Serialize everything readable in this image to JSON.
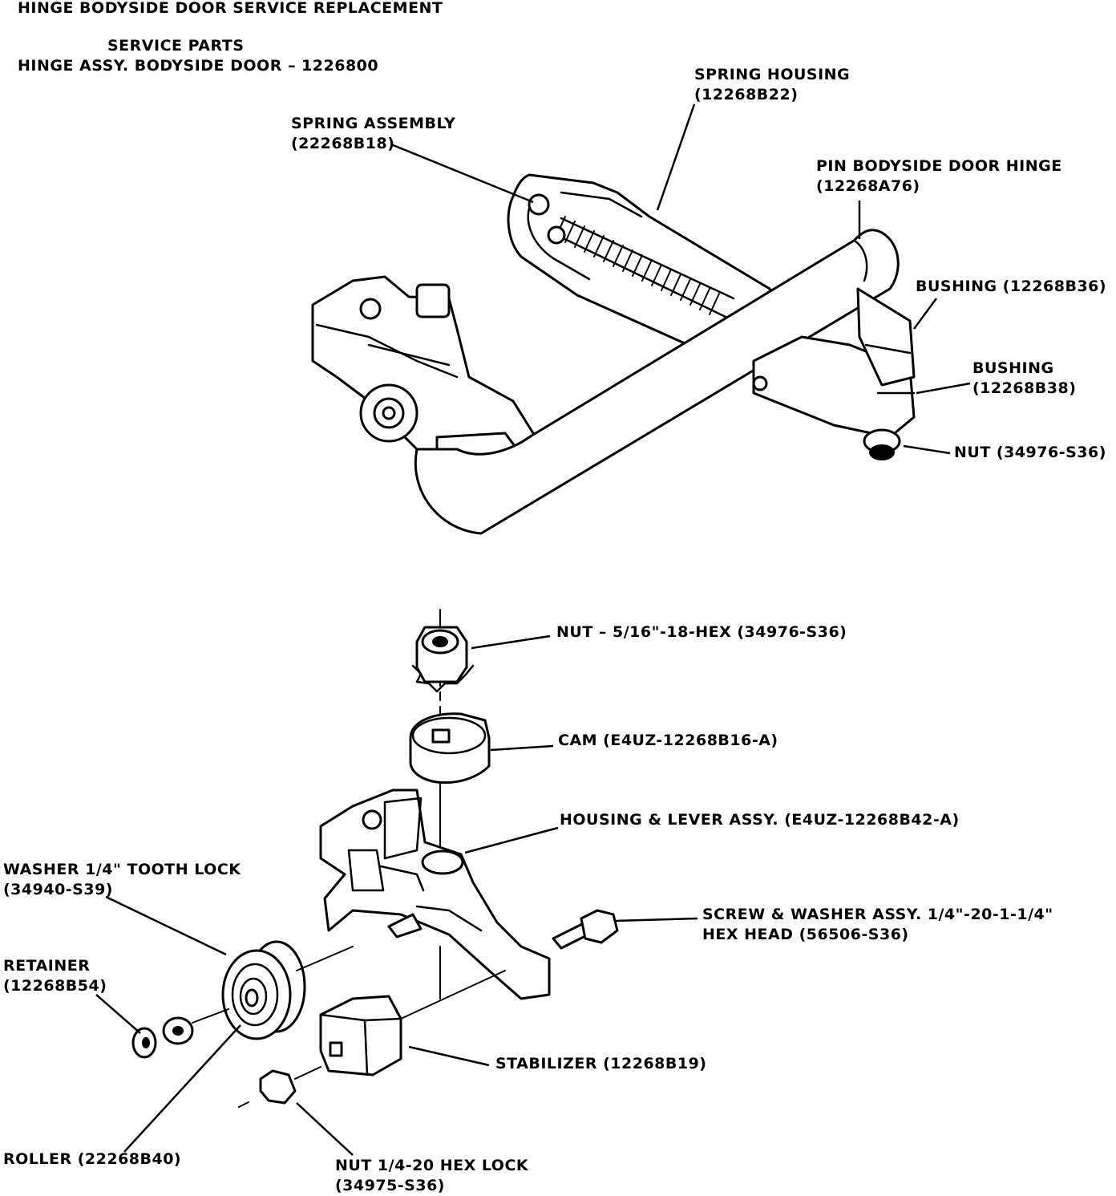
{
  "header": {
    "title": "HINGE BODYSIDE DOOR SERVICE REPLACEMENT",
    "subtitle_line1": "SERVICE PARTS",
    "subtitle_line2": "HINGE ASSY. BODYSIDE DOOR – 1226800"
  },
  "top_assembly": {
    "spring_housing": [
      "SPRING HOUSING",
      "(12268B22)"
    ],
    "spring_assembly": [
      "SPRING ASSEMBLY",
      "(22268B18)"
    ],
    "pin": [
      "PIN BODYSIDE DOOR HINGE",
      "(12268A76)"
    ],
    "bushing_1": "BUSHING (12268B36)",
    "bushing_2": [
      "BUSHING",
      "(12268B38)"
    ],
    "nut": "NUT (34976-S36)"
  },
  "bottom_assembly": {
    "nut_hex": "NUT – 5/16\"-18-HEX (34976-S36)",
    "cam": "CAM (E4UZ-12268B16-A)",
    "housing_lever": "HOUSING & LEVER ASSY. (E4UZ-12268B42-A)",
    "washer": [
      "WASHER 1/4\" TOOTH LOCK",
      "(34940-S39)"
    ],
    "screw_washer": [
      "SCREW & WASHER ASSY. 1/4\"-20-1-1/4\"",
      "HEX HEAD (56506-S36)"
    ],
    "retainer": [
      "RETAINER",
      "(12268B54)"
    ],
    "stabilizer": "STABILIZER (12268B19)",
    "roller": "ROLLER (22268B40)",
    "nut_lock": [
      "NUT 1/4-20 HEX LOCK",
      "(34975-S36)"
    ]
  }
}
